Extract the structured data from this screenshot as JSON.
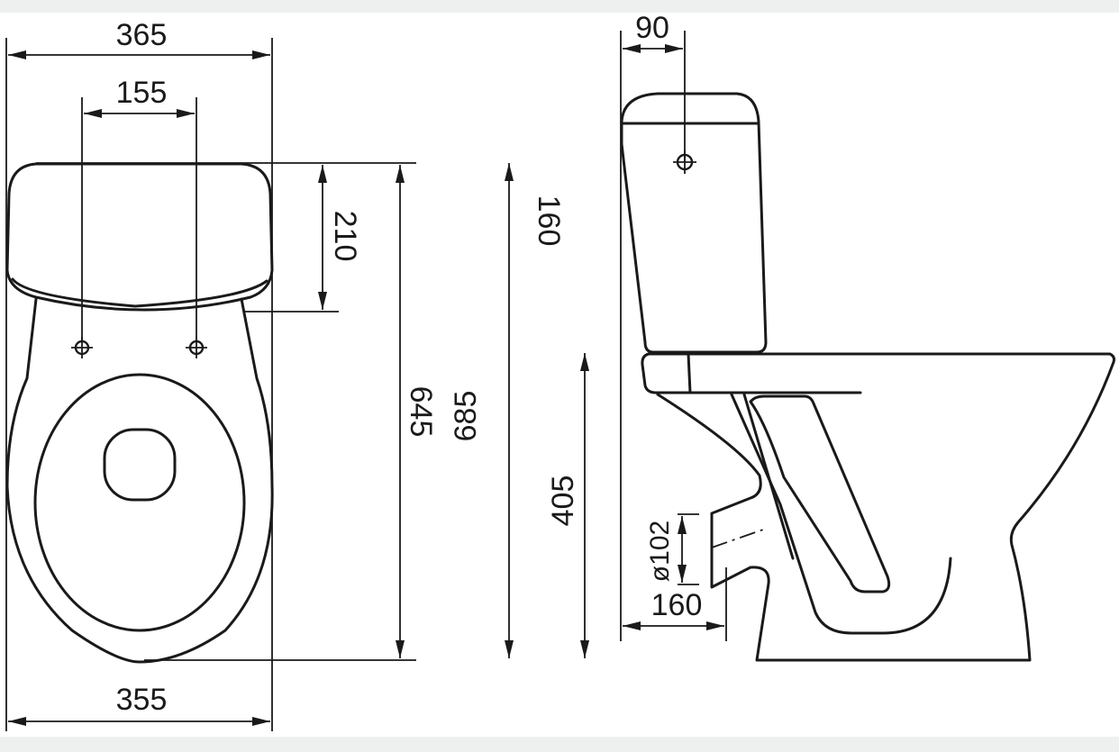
{
  "drawing": {
    "title": "Toilet technical dimension drawing",
    "views": [
      "front-top view",
      "side view"
    ],
    "colors": {
      "line": "#1a1a1a",
      "background": "#ffffff",
      "border_band": "#eef0ef"
    }
  },
  "dimensions": {
    "overall_width_top": "365",
    "fixing_hole_spacing": "155",
    "cistern_depth": "210",
    "overall_length": "645",
    "cistern_top_offset": "160",
    "overall_height": "685",
    "seat_height": "405",
    "base_width": "355",
    "cistern_hole_offset": "90",
    "outlet_diameter": "ø102",
    "outlet_offset": "160"
  }
}
